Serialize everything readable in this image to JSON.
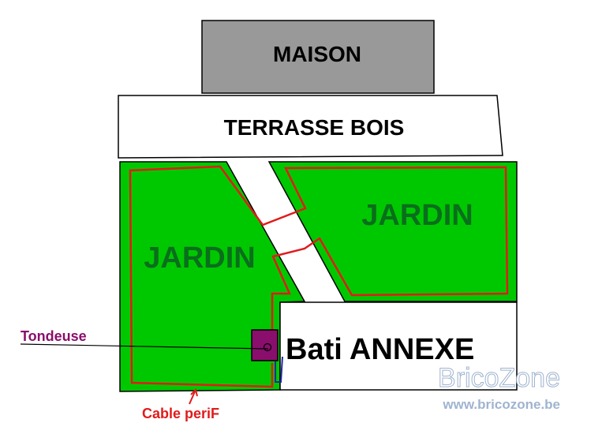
{
  "labels": {
    "maison": "MAISON",
    "terrasse": "TERRASSE BOIS",
    "jardin_right": "JARDIN",
    "jardin_left": "JARDIN",
    "bati_annexe": "Bati ANNEXE",
    "tondeuse": "Tondeuse",
    "cable": "Cable periF"
  },
  "watermark": {
    "brand": "BricoZone",
    "url": "www.bricozone.be"
  },
  "colors": {
    "garden": "#00c800",
    "garden_text": "#0a6e1c",
    "cable": "#e11b1b",
    "house": "#999999",
    "station": "#8a0e6c",
    "watermark": "#b8c8dc"
  }
}
